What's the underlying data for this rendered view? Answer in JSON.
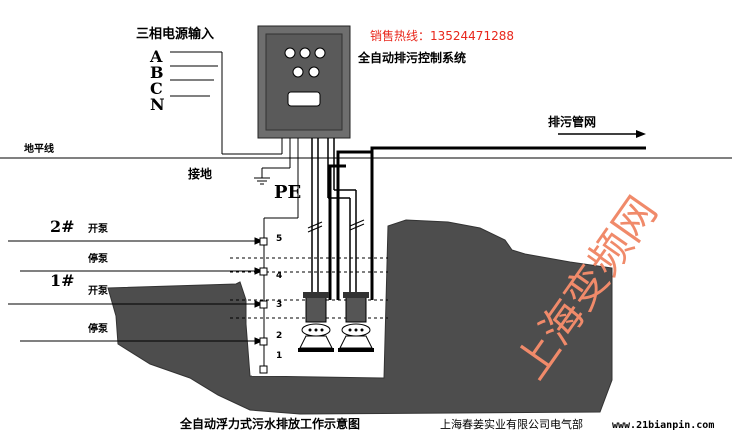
{
  "power_input": {
    "title": "三相电源输入",
    "phases": [
      "A",
      "B",
      "C",
      "N"
    ]
  },
  "sales_hotline": "销售热线：13524471288",
  "control_system_label": "全自动排污控制系统",
  "discharge_pipe_label": "排污管网",
  "ground_level_label": "地平线",
  "grounding_label": "接地",
  "pe_label": "PE",
  "pump_groups": [
    {
      "name": "2#",
      "start": "开泵",
      "stop": "停泵"
    },
    {
      "name": "1#",
      "start": "开泵",
      "stop": "停泵"
    }
  ],
  "float_levels": [
    "5",
    "4",
    "3",
    "2",
    "1"
  ],
  "watermark": "上海变频网",
  "caption": "全自动浮力式污水排放工作示意图",
  "company": "上海春姜实业有限公司电气部",
  "website": "www.21bianpin.com",
  "colors": {
    "hotline": "#e8271c",
    "watermark": "#f08a6a",
    "pit": "#4d4d4d",
    "panel": "#6e6e6e",
    "lines": "#000000"
  }
}
